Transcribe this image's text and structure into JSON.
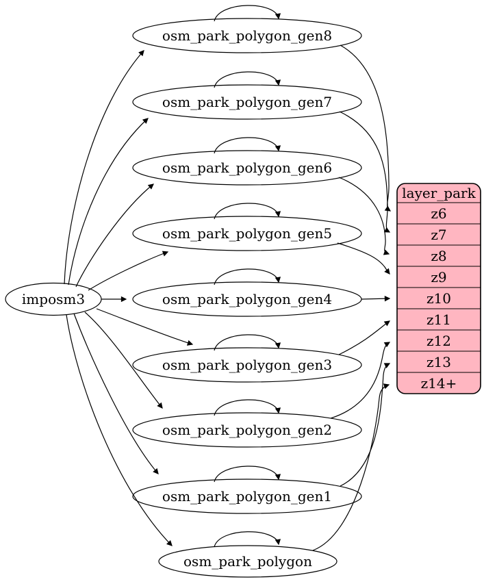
{
  "diagram": {
    "source": {
      "label": "imposm3"
    },
    "tables": [
      {
        "label": "osm_park_polygon_gen8"
      },
      {
        "label": "osm_park_polygon_gen7"
      },
      {
        "label": "osm_park_polygon_gen6"
      },
      {
        "label": "osm_park_polygon_gen5"
      },
      {
        "label": "osm_park_polygon_gen4"
      },
      {
        "label": "osm_park_polygon_gen3"
      },
      {
        "label": "osm_park_polygon_gen2"
      },
      {
        "label": "osm_park_polygon_gen1"
      },
      {
        "label": "osm_park_polygon"
      }
    ],
    "layer": {
      "title": "layer_park",
      "rows": [
        "z6",
        "z7",
        "z8",
        "z9",
        "z10",
        "z11",
        "z12",
        "z13",
        "z14+"
      ]
    },
    "colors": {
      "layer_fill": "#ffb6c1",
      "node_fill": "#ffffff",
      "stroke": "#000000"
    },
    "edges": {
      "from_source_to": [
        "osm_park_polygon_gen8",
        "osm_park_polygon_gen7",
        "osm_park_polygon_gen6",
        "osm_park_polygon_gen5",
        "osm_park_polygon_gen4",
        "osm_park_polygon_gen3",
        "osm_park_polygon_gen2",
        "osm_park_polygon_gen1",
        "osm_park_polygon"
      ],
      "self_loops_on": [
        "osm_park_polygon_gen8",
        "osm_park_polygon_gen7",
        "osm_park_polygon_gen6",
        "osm_park_polygon_gen5",
        "osm_park_polygon_gen4",
        "osm_park_polygon_gen3",
        "osm_park_polygon_gen2",
        "osm_park_polygon_gen1",
        "osm_park_polygon"
      ],
      "table_to_layer_row": [
        {
          "from": "osm_park_polygon_gen8",
          "row": "z6"
        },
        {
          "from": "osm_park_polygon_gen7",
          "row": "z7"
        },
        {
          "from": "osm_park_polygon_gen6",
          "row": "z8"
        },
        {
          "from": "osm_park_polygon_gen5",
          "row": "z9"
        },
        {
          "from": "osm_park_polygon_gen4",
          "row": "z10"
        },
        {
          "from": "osm_park_polygon_gen3",
          "row": "z11"
        },
        {
          "from": "osm_park_polygon_gen2",
          "row": "z12"
        },
        {
          "from": "osm_park_polygon_gen1",
          "row": "z13"
        },
        {
          "from": "osm_park_polygon",
          "row": "z14+"
        }
      ]
    }
  }
}
